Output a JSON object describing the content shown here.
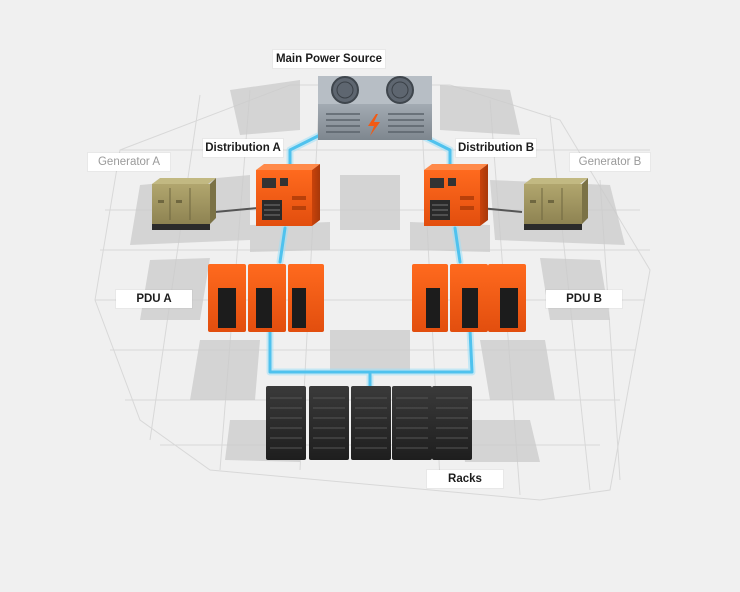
{
  "labels": {
    "main_power_source": "Main Power Source",
    "generator_a": "Generator A",
    "generator_b": "Generator B",
    "distribution_a": "Distribution A",
    "distribution_b": "Distribution B",
    "pdu_a": "PDU A",
    "pdu_b": "PDU B",
    "racks": "Racks"
  },
  "colors": {
    "background": "#f0f0f0",
    "floor_tile": "#c9c9c9",
    "grid_line": "#d8d8d8",
    "accent_orange": "#f25a14",
    "cable_blue": "#5cc8f0",
    "rack_black": "#2a2a2a",
    "generator_khaki": "#a09660",
    "main_source_gray": "#8e97a0"
  },
  "icons": {
    "power_bolt": "lightning-bolt-icon",
    "fans": "fan-icon"
  }
}
